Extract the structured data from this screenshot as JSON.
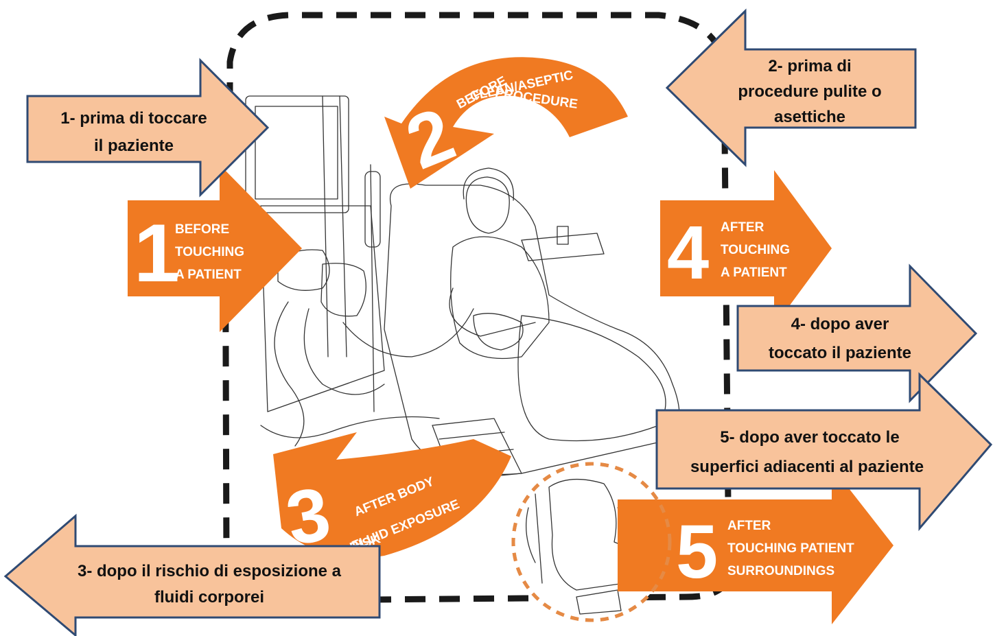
{
  "colors": {
    "orange": "#f07a22",
    "peach": "#f8c39b",
    "peach_border": "#2f4a73",
    "dashed_frame": "#1a1a1a",
    "circle_dashes": "#e58a45",
    "sketch": "#333333"
  },
  "moments": [
    {
      "number": "1",
      "english": [
        "BEFORE",
        "TOUCHING",
        "A PATIENT"
      ],
      "italian": [
        "1- prima di toccare",
        "il paziente"
      ]
    },
    {
      "number": "2",
      "english": [
        "BEFORE",
        "CLEAN/ASEPTIC",
        "PROCEDURE"
      ],
      "italian": [
        "2- prima di",
        "procedure pulite o",
        "asettiche"
      ]
    },
    {
      "number": "3",
      "english": [
        "AFTER BODY",
        "FLUID EXPOSURE",
        "RISK"
      ],
      "italian": [
        "3- dopo il rischio di esposizione a",
        "fluidi corporei"
      ]
    },
    {
      "number": "4",
      "english": [
        "AFTER",
        "TOUCHING",
        "A PATIENT"
      ],
      "italian": [
        "4- dopo aver",
        "toccato il paziente"
      ]
    },
    {
      "number": "5",
      "english": [
        "AFTER",
        "TOUCHING PATIENT",
        "SURROUNDINGS"
      ],
      "italian": [
        "5- dopo aver  toccato le",
        "superfici adiacenti al paziente"
      ]
    }
  ]
}
